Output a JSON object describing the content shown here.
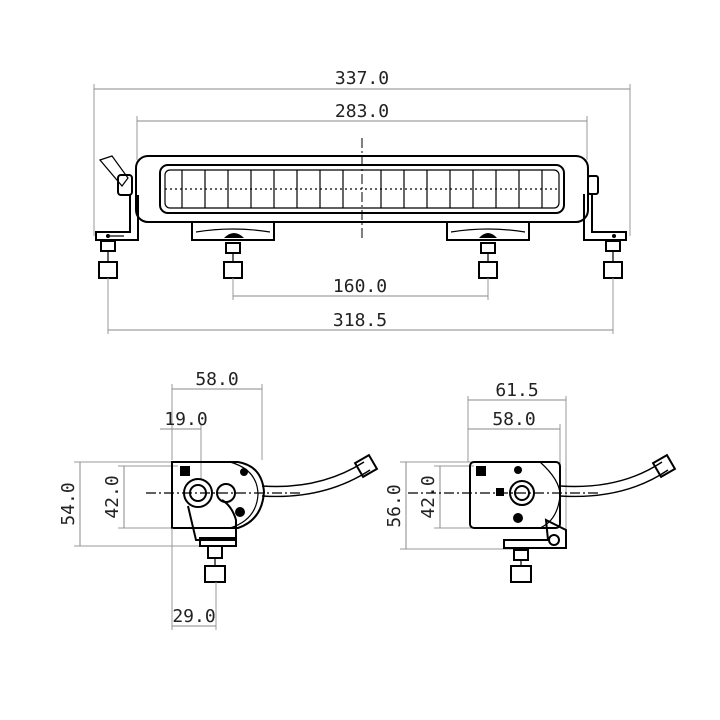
{
  "top_view": {
    "overall_length": "337.0",
    "lens_length": "283.0",
    "bracket_spacing": "160.0",
    "foot_spacing": "318.5"
  },
  "side_view_left": {
    "width": "58.0",
    "offset": "19.0",
    "height": "54.0",
    "inner_height": "42.0",
    "foot_width": "29.0"
  },
  "side_view_right": {
    "width_outer": "61.5",
    "width": "58.0",
    "height": "56.0",
    "inner_height": "42.0"
  },
  "colors": {
    "line": "#000000",
    "dimension": "#8a8a8a"
  }
}
